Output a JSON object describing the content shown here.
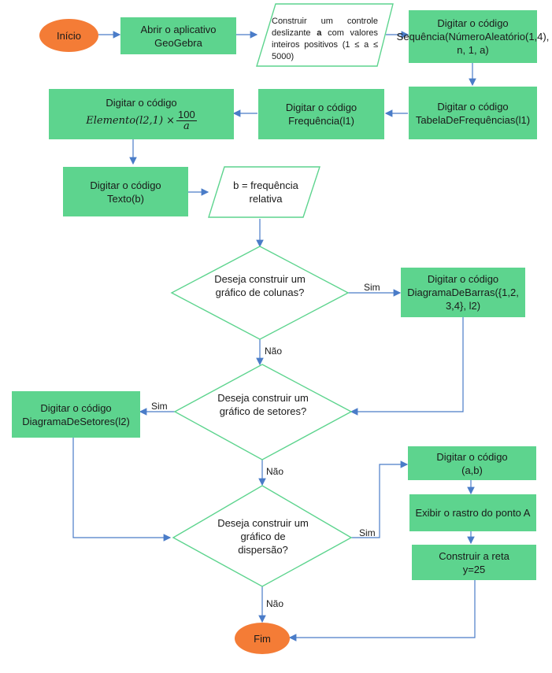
{
  "start": "Início",
  "end": "Fim",
  "step_open": "Abrir o aplicativo GeoGebra",
  "io_slider": {
    "text": "Construir um controle deslizante",
    "bold": "a",
    "rest": "com valores inteiros positivos (1 ≤ a ≤ 5000)"
  },
  "step_sequence": {
    "line1": "Digitar o código",
    "line2": "Sequência(NúmeroAleatório(1,4), n, 1, a)"
  },
  "step_table": {
    "line1": "Digitar o código",
    "line2": "TabelaDeFrequências(l1)"
  },
  "step_freq": {
    "line1": "Digitar o código",
    "line2": "Frequência(l1)"
  },
  "step_element": {
    "line1": "Digitar o código",
    "expr": "Elemento(l2,1) ×",
    "num": "100",
    "den": "a"
  },
  "step_text": {
    "line1": "Digitar o código",
    "line2": "Texto(b)"
  },
  "io_b": "b = frequência relativa",
  "decision_columns": "Deseja construir um gráfico de colunas?",
  "decision_sectors": "Deseja construir um gráfico de setores?",
  "decision_scatter": "Deseja construir um gráfico de dispersão?",
  "step_bars": {
    "line1": "Digitar o código",
    "line2": "DiagramaDeBarras({1,2, 3,4}, l2)"
  },
  "step_sectors": {
    "line1": "Digitar o código",
    "line2": "DiagramaDeSetores(l2)"
  },
  "step_point": {
    "line1": "Digitar o código",
    "line2": "(a,b)"
  },
  "step_trace": "Exibir o rastro do ponto A",
  "step_line": {
    "line1": "Construir a reta",
    "line2": "y=25"
  },
  "labels": {
    "yes": "Sim",
    "no": "Não"
  },
  "colors": {
    "box": "#5dd48e",
    "terminal": "#f47c36",
    "arrow": "#4a7cc8"
  }
}
